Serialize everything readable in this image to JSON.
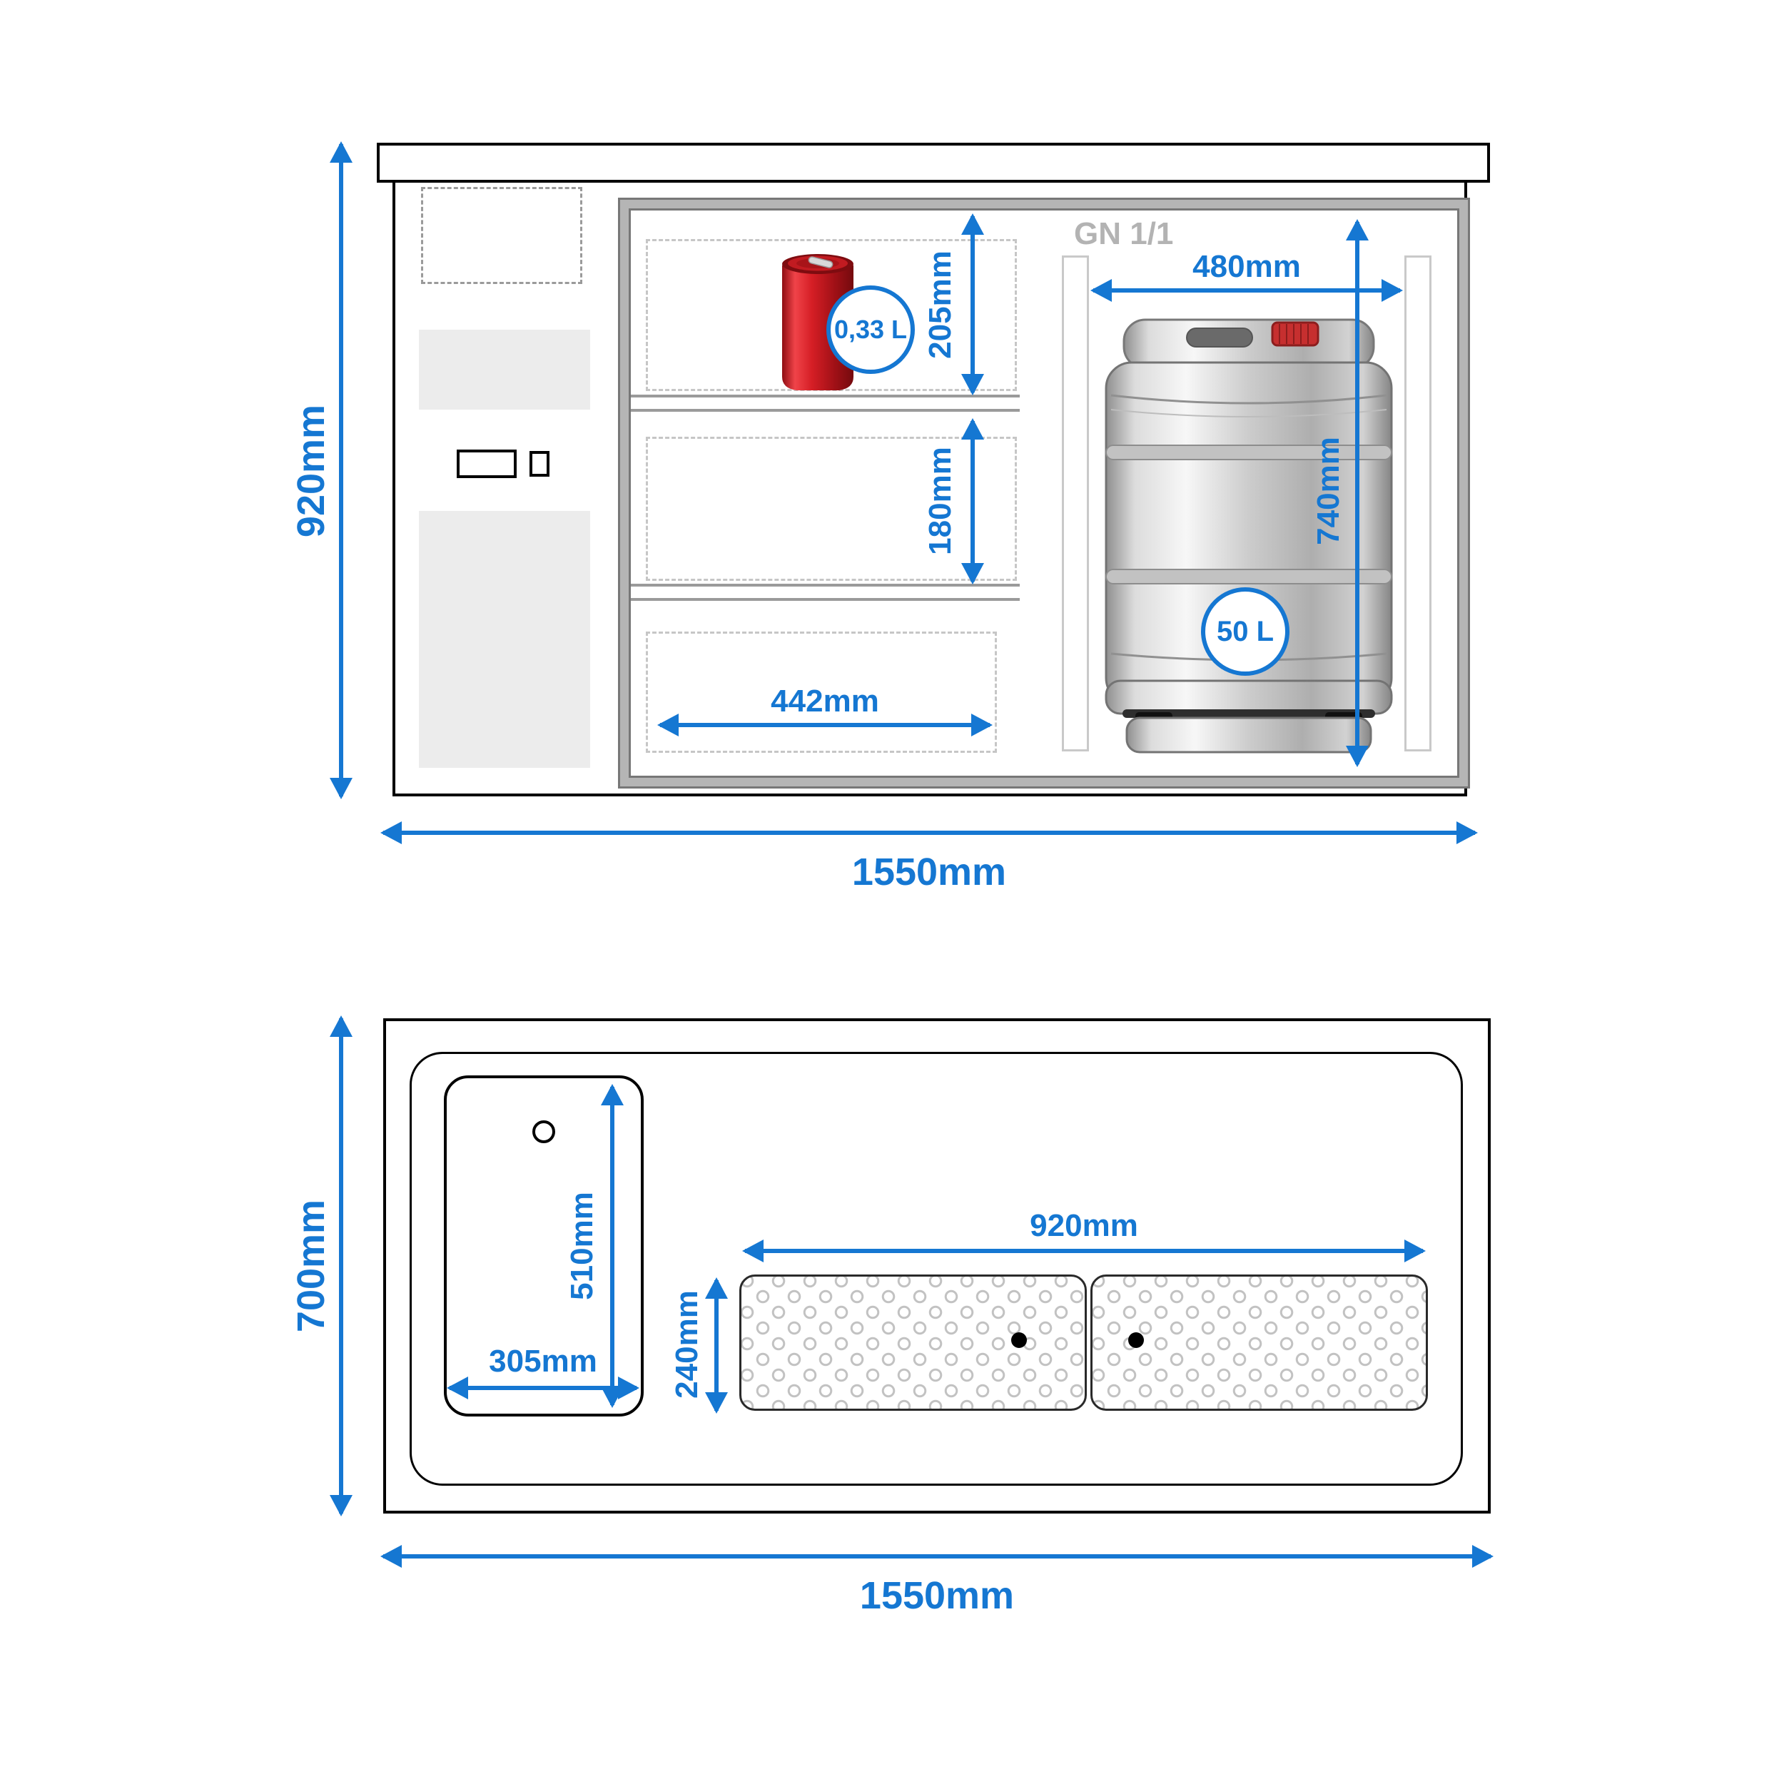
{
  "palette": {
    "dimension_blue": "#1577d2",
    "muted_gray": "#b3b3b3",
    "can_red": "#d51e25"
  },
  "front_view": {
    "gn_label": "GN 1/1",
    "can_badge_label": "0,33 L",
    "keg_badge_label": "50 L",
    "dims": {
      "overall_height": "920mm",
      "overall_width": "1550mm",
      "top_shelf_height": "205mm",
      "middle_shelf_height": "180mm",
      "shelf_width": "442mm",
      "keg_bay_width": "480mm",
      "keg_bay_height": "740mm"
    }
  },
  "top_view": {
    "dims": {
      "overall_depth": "700mm",
      "overall_width": "1550mm",
      "sink_length": "510mm",
      "sink_width": "305mm",
      "drip_tray_width": "920mm",
      "drip_tray_depth": "240mm"
    }
  }
}
